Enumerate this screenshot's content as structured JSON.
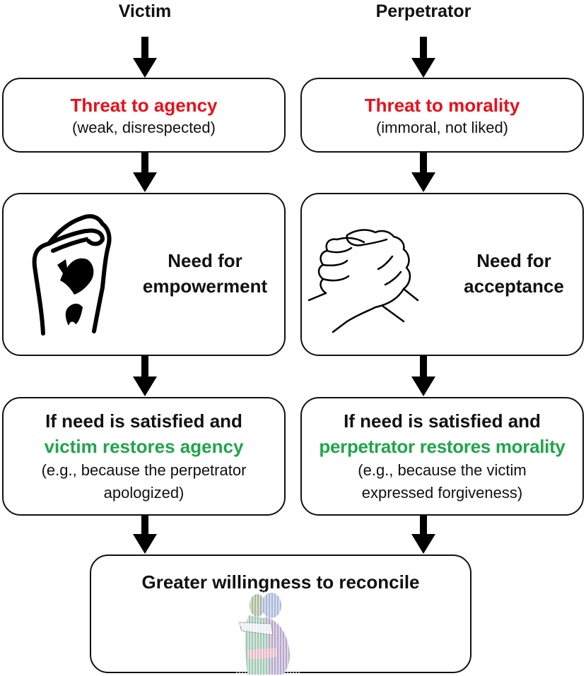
{
  "columns": {
    "victim": {
      "title": "Victim",
      "threat": {
        "title": "Threat to agency",
        "subtitle": "(weak, disrespected)"
      },
      "need": {
        "line1": "Need for",
        "line2": "empowerment",
        "icon": "raised-fist-icon"
      },
      "condition": {
        "line1": "If need is satisfied and",
        "line2": "victim restores agency",
        "line3": "(e.g., because the perpetrator",
        "line4": "apologized)"
      }
    },
    "perpetrator": {
      "title": "Perpetrator",
      "threat": {
        "title": "Threat to morality",
        "subtitle": "(immoral,  not liked)"
      },
      "need": {
        "line1": "Need for",
        "line2": "acceptance",
        "icon": "handshake-icon"
      },
      "condition": {
        "line1": "If need is satisfied and",
        "line2": "perpetrator restores morality",
        "line3": "(e.g., because the victim",
        "line4": "expressed forgiveness)"
      }
    }
  },
  "outcome": {
    "title": "Greater willingness to reconcile",
    "icon": "hugging-people-icon"
  },
  "colors": {
    "threat": "#e8101a",
    "restore": "#1fa64a",
    "text": "#111111",
    "border": "#111111"
  }
}
